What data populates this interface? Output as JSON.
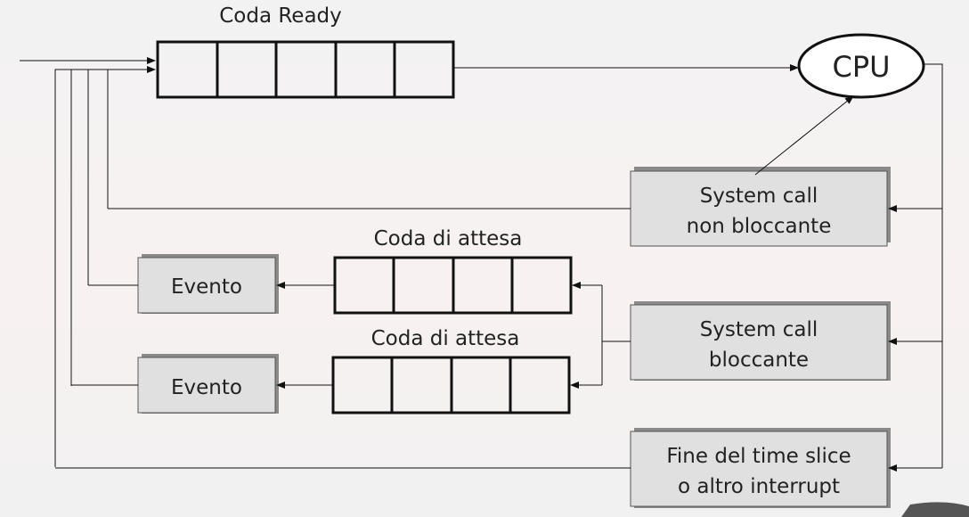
{
  "diagram": {
    "ready_queue_label": "Coda Ready",
    "cpu_label": "CPU",
    "syscall_nonblocking": [
      "System call",
      "non bloccante"
    ],
    "wait_queue_1_label": "Coda di attesa",
    "wait_queue_2_label": "Coda di attesa",
    "event_1_label": "Evento",
    "event_2_label": "Evento",
    "syscall_blocking": [
      "System call",
      "bloccante"
    ],
    "time_slice": [
      "Fine del time slice",
      "o altro interrupt"
    ]
  }
}
